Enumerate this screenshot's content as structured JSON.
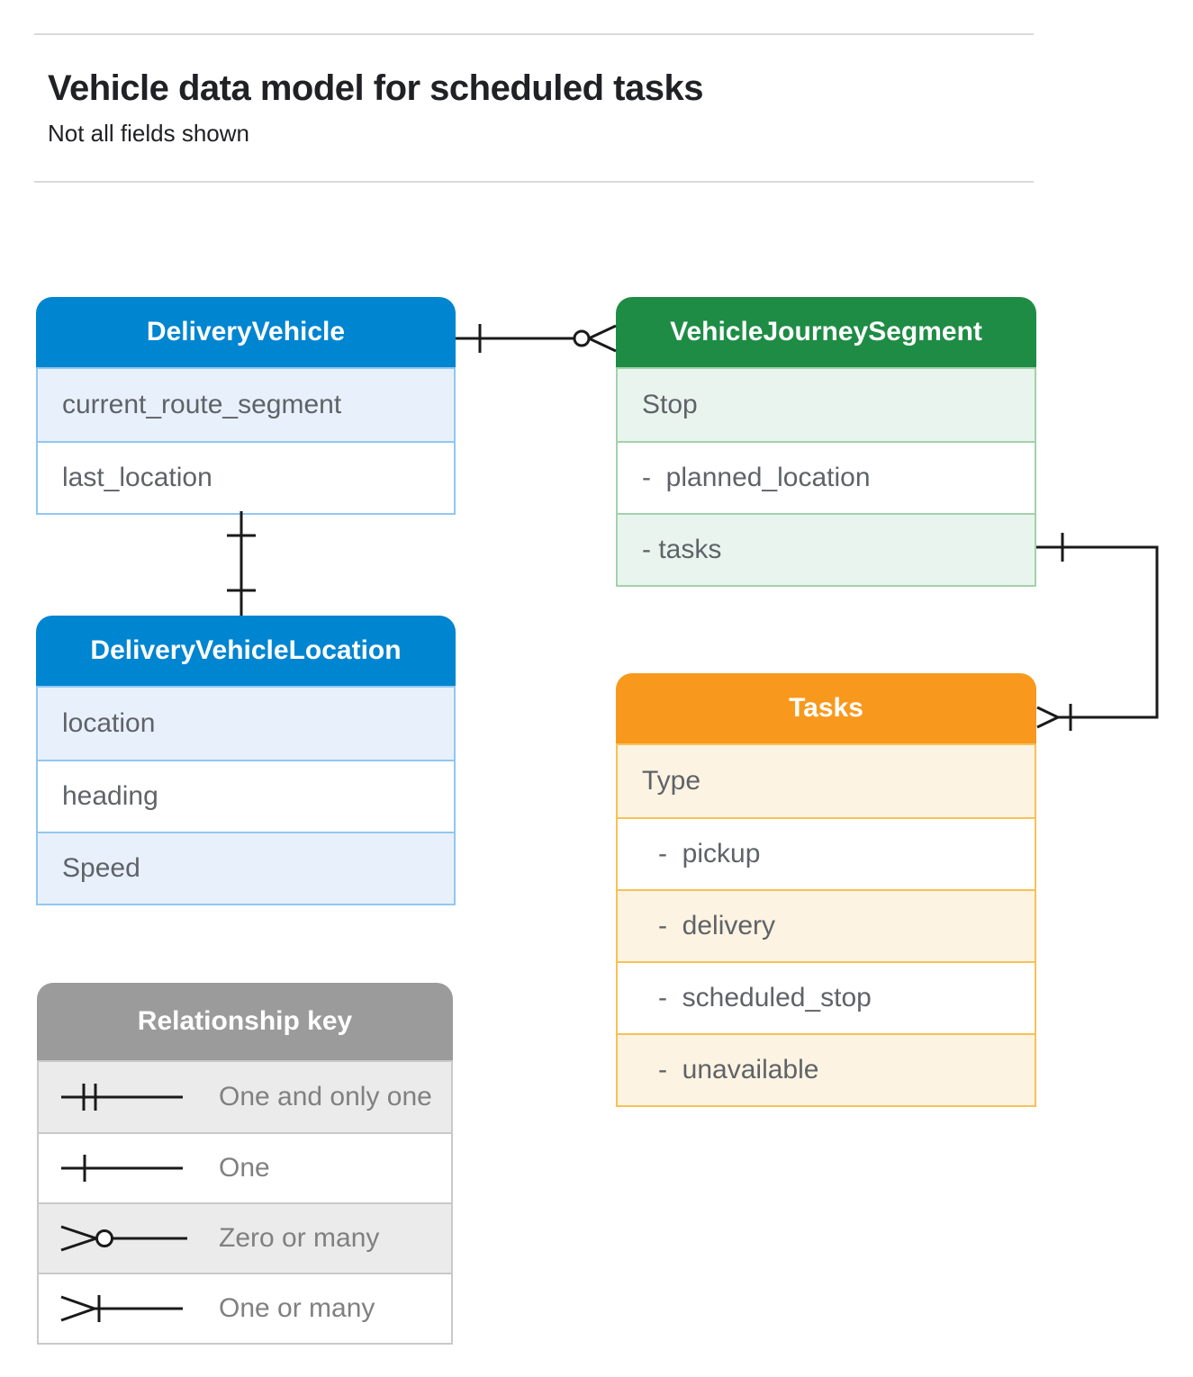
{
  "page": {
    "title": "Vehicle data model for scheduled tasks",
    "subtitle": "Not all fields shown"
  },
  "entities": {
    "delivery_vehicle": {
      "title": "DeliveryVehicle",
      "rows": [
        {
          "label": "current_route_segment"
        },
        {
          "label": "last_location"
        }
      ]
    },
    "vehicle_journey_segment": {
      "title": "VehicleJourneySegment",
      "rows": [
        {
          "label": "Stop"
        },
        {
          "label": "-  planned_location"
        },
        {
          "label": "- tasks"
        }
      ]
    },
    "delivery_vehicle_location": {
      "title": "DeliveryVehicleLocation",
      "rows": [
        {
          "label": "location"
        },
        {
          "label": "heading"
        },
        {
          "label": "Speed"
        }
      ]
    },
    "tasks": {
      "title": "Tasks",
      "rows": [
        {
          "label": "Type"
        },
        {
          "label": "-  pickup"
        },
        {
          "label": "-  delivery"
        },
        {
          "label": "-  scheduled_stop"
        },
        {
          "label": "-  unavailable"
        }
      ]
    }
  },
  "legend": {
    "title": "Relationship key",
    "items": [
      {
        "symbol": "one-and-only-one",
        "label": "One and only one"
      },
      {
        "symbol": "one",
        "label": "One"
      },
      {
        "symbol": "zero-or-many",
        "label": "Zero or many"
      },
      {
        "symbol": "one-or-many",
        "label": "One or many"
      }
    ]
  },
  "connectors": [
    {
      "from": "DeliveryVehicle",
      "to": "VehicleJourneySegment",
      "from_end": "one",
      "to_end": "zero-or-many"
    },
    {
      "from": "DeliveryVehicle",
      "to": "DeliveryVehicleLocation",
      "from_end": "one",
      "to_end": "one"
    },
    {
      "from": "VehicleJourneySegment.tasks",
      "to": "Tasks",
      "from_end": "one",
      "to_end": "one-or-many"
    }
  ],
  "colors": {
    "blue_header": "#0085D1",
    "blue_tint": "#E8F1FB",
    "blue_border": "#92C7F1",
    "green_header": "#1E8C45",
    "green_tint": "#EAF4EE",
    "green_border": "#A2D2AB",
    "orange_header": "#F8991D",
    "orange_tint": "#FDF3E2",
    "orange_border": "#F7C157",
    "gray_header": "#9B9B9B",
    "gray_tint": "#EBEBEB",
    "gray_border": "#C9C9C9",
    "row_text": "#5F6368",
    "legend_text": "#808080",
    "title_text": "#202124",
    "rule": "#D9D9D9"
  }
}
